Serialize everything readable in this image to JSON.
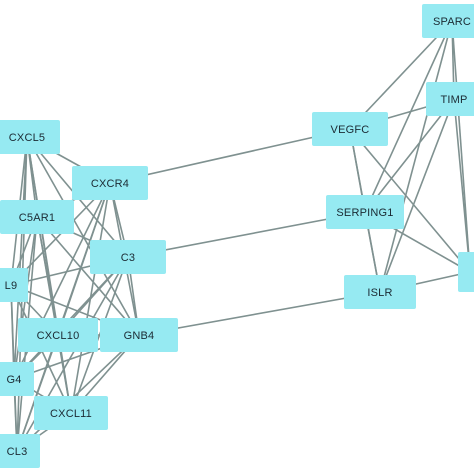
{
  "nodes": [
    {
      "id": "cxcl5",
      "label": "CXCL5"
    },
    {
      "id": "cxcr4",
      "label": "CXCR4"
    },
    {
      "id": "c5ar1",
      "label": "C5AR1"
    },
    {
      "id": "c3",
      "label": "C3"
    },
    {
      "id": "l9",
      "label": "L9"
    },
    {
      "id": "cxcl10",
      "label": "CXCL10"
    },
    {
      "id": "gnb4",
      "label": "GNB4"
    },
    {
      "id": "g4",
      "label": "G4"
    },
    {
      "id": "cxcl11",
      "label": "CXCL11"
    },
    {
      "id": "cl3",
      "label": "CL3"
    },
    {
      "id": "vegfc",
      "label": "VEGFC"
    },
    {
      "id": "serping1",
      "label": "SERPING1"
    },
    {
      "id": "islr",
      "label": "ISLR"
    },
    {
      "id": "sparc",
      "label": "SPARC"
    },
    {
      "id": "timp",
      "label": "TIMP"
    },
    {
      "id": "r1",
      "label": ""
    }
  ],
  "edges": [
    [
      "cxcr4",
      "vegfc"
    ],
    [
      "c3",
      "serping1"
    ],
    [
      "gnb4",
      "islr"
    ],
    [
      "cxcl5",
      "cxcr4"
    ],
    [
      "cxcl5",
      "c5ar1"
    ],
    [
      "cxcl5",
      "c3"
    ],
    [
      "cxcl5",
      "l9"
    ],
    [
      "cxcl5",
      "cxcl10"
    ],
    [
      "cxcl5",
      "gnb4"
    ],
    [
      "cxcl5",
      "g4"
    ],
    [
      "cxcl5",
      "cxcl11"
    ],
    [
      "cxcl5",
      "cl3"
    ],
    [
      "cxcr4",
      "c5ar1"
    ],
    [
      "cxcr4",
      "c3"
    ],
    [
      "cxcr4",
      "l9"
    ],
    [
      "cxcr4",
      "cxcl10"
    ],
    [
      "cxcr4",
      "gnb4"
    ],
    [
      "cxcr4",
      "g4"
    ],
    [
      "cxcr4",
      "cxcl11"
    ],
    [
      "cxcr4",
      "cl3"
    ],
    [
      "c5ar1",
      "c3"
    ],
    [
      "c5ar1",
      "l9"
    ],
    [
      "c5ar1",
      "cxcl10"
    ],
    [
      "c5ar1",
      "gnb4"
    ],
    [
      "c5ar1",
      "g4"
    ],
    [
      "c5ar1",
      "cxcl11"
    ],
    [
      "c5ar1",
      "cl3"
    ],
    [
      "c3",
      "l9"
    ],
    [
      "c3",
      "cxcl10"
    ],
    [
      "c3",
      "gnb4"
    ],
    [
      "c3",
      "g4"
    ],
    [
      "c3",
      "cxcl11"
    ],
    [
      "c3",
      "cl3"
    ],
    [
      "l9",
      "cxcl10"
    ],
    [
      "l9",
      "gnb4"
    ],
    [
      "l9",
      "g4"
    ],
    [
      "l9",
      "cxcl11"
    ],
    [
      "l9",
      "cl3"
    ],
    [
      "cxcl10",
      "gnb4"
    ],
    [
      "cxcl10",
      "g4"
    ],
    [
      "cxcl10",
      "cxcl11"
    ],
    [
      "cxcl10",
      "cl3"
    ],
    [
      "gnb4",
      "g4"
    ],
    [
      "gnb4",
      "cxcl11"
    ],
    [
      "gnb4",
      "cl3"
    ],
    [
      "g4",
      "cxcl11"
    ],
    [
      "g4",
      "cl3"
    ],
    [
      "cxcl11",
      "cl3"
    ],
    [
      "vegfc",
      "sparc"
    ],
    [
      "vegfc",
      "timp"
    ],
    [
      "vegfc",
      "serping1"
    ],
    [
      "vegfc",
      "islr"
    ],
    [
      "vegfc",
      "r1"
    ],
    [
      "serping1",
      "sparc"
    ],
    [
      "serping1",
      "timp"
    ],
    [
      "serping1",
      "islr"
    ],
    [
      "serping1",
      "r1"
    ],
    [
      "islr",
      "sparc"
    ],
    [
      "islr",
      "timp"
    ],
    [
      "islr",
      "r1"
    ],
    [
      "sparc",
      "timp"
    ],
    [
      "sparc",
      "r1"
    ],
    [
      "timp",
      "r1"
    ]
  ]
}
